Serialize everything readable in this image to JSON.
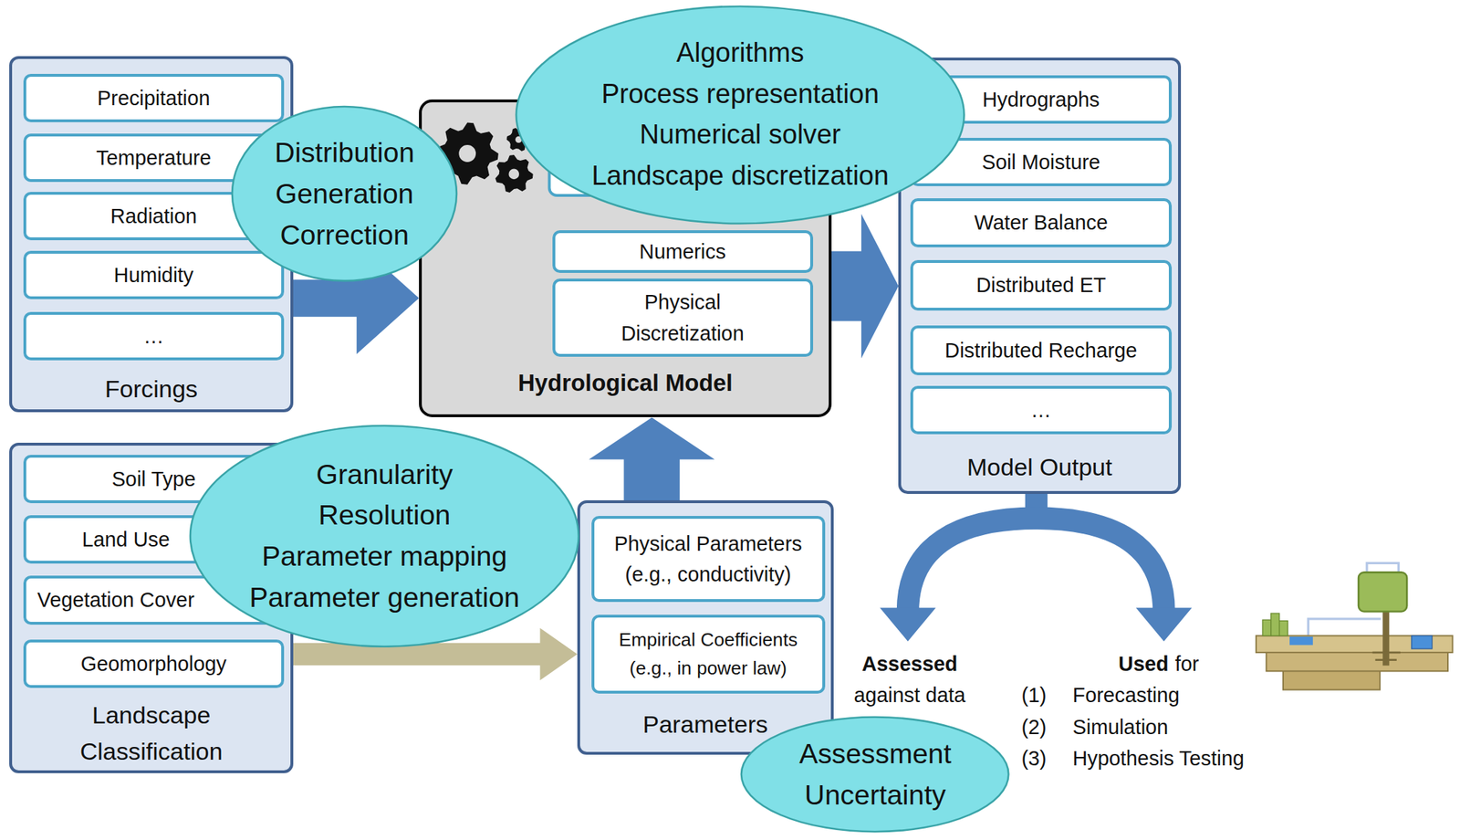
{
  "diagram": {
    "nodes": [
      {
        "text": [
          "Forcings"
        ]
      },
      {
        "text": [
          "Precipitation"
        ],
        "in": 0
      },
      {
        "text": [
          "Temperature"
        ],
        "in": 0
      },
      {
        "text": [
          "Radiation"
        ],
        "in": 0
      },
      {
        "text": [
          "Humidity"
        ],
        "in": 0
      },
      {
        "text": [
          "…"
        ],
        "in": 0
      },
      {
        "text": [
          "Distribution Generation Correction"
        ]
      },
      {
        "text": [
          "Hydrological Model"
        ]
      },
      {
        "text": [
          "Numerics"
        ],
        "in": 7
      },
      {
        "text": [
          "Physical Discretization"
        ],
        "in": 7
      },
      {
        "text": [
          "Algorithms Process representation Numerical solver Landscape discretization"
        ]
      },
      {
        "text": [
          "Model Output"
        ]
      },
      {
        "text": [
          "Hydrographs"
        ],
        "in": 11
      },
      {
        "text": [
          "Soil Moisture"
        ],
        "in": 11
      },
      {
        "text": [
          "Water Balance"
        ],
        "in": 11
      },
      {
        "text": [
          "Distributed ET"
        ],
        "in": 11
      },
      {
        "text": [
          "Distributed Recharge"
        ],
        "in": 11
      },
      {
        "text": [
          "…"
        ],
        "in": 11
      },
      {
        "text": [
          "Landscape Classification"
        ]
      },
      {
        "text": [
          "Soil Type"
        ],
        "in": 18
      },
      {
        "text": [
          "Land Use"
        ],
        "in": 18
      },
      {
        "text": [
          "Vegetation Cover"
        ],
        "in": 18
      },
      {
        "text": [
          "Geomorphology"
        ],
        "in": 18
      },
      {
        "text": [
          "Parameters"
        ]
      },
      {
        "text": [
          "Physical Parameters (e.g., conductivity)"
        ],
        "in": 23
      },
      {
        "text": [
          "Empirical Coefficients (e.g., in power law)"
        ],
        "in": 23
      },
      {
        "text": [
          "Granularity Resolution Parameter mapping Parameter generation"
        ]
      },
      {
        "text": [
          "Assessment Uncertainty"
        ]
      }
    ],
    "edges": [
      {
        "from": 0,
        "to": 7,
        "arrow": "to"
      },
      {
        "from": 7,
        "to": 11,
        "arrow": "to"
      },
      {
        "from": 23,
        "to": 7,
        "arrow": "to"
      },
      {
        "from": 18,
        "to": 23,
        "arrow": "to"
      }
    ],
    "labels": [
      "Assessed",
      "against data",
      "Used",
      "for",
      "(1)",
      "Forecasting",
      "(2)",
      "Simulation",
      "(3)",
      "Hypothesis Testing"
    ]
  }
}
